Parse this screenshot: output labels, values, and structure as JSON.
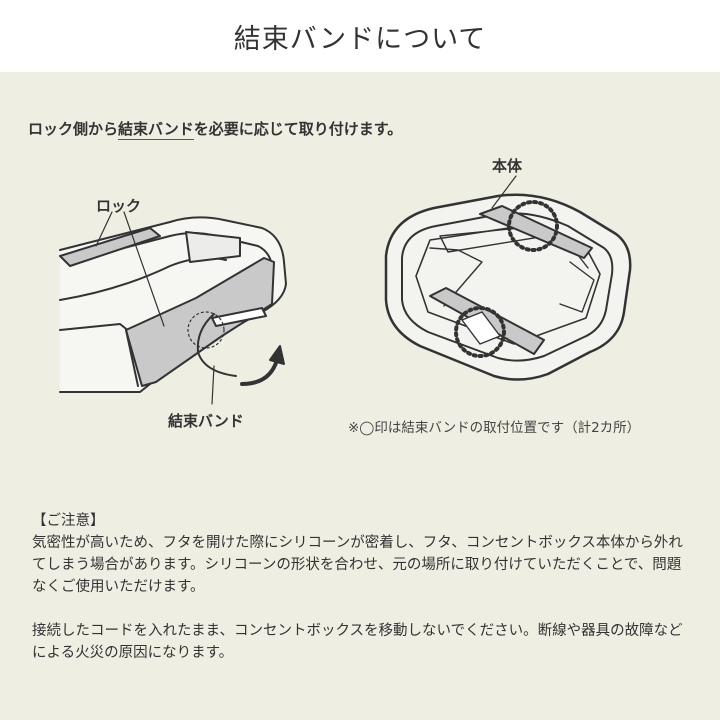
{
  "header": {
    "title": "結束バンドについて"
  },
  "intro": {
    "before": "ロック側から",
    "underlined": "結束バンド",
    "after": "を必要に応じて取り付けます。"
  },
  "labels": {
    "lock": "ロック",
    "band": "結束バンド",
    "body": "本体"
  },
  "note": "※◯印は結束バンドの取付位置です（計2カ所）",
  "caution": {
    "heading": "【ご注意】",
    "para1": "気密性が高いため、フタを開けた際にシリコーンが密着し、フタ、コンセントボックス本体から外れてしまう場合があります。シリコーンの形状を合わせ、元の場所に取り付けていただくことで、問題なくご使用いただけます。",
    "para2": "接続したコードを入れたまま、コンセントボックスを移動しないでください。断線や器具の故障などによる火災の原因になります。"
  },
  "colors": {
    "background": "#efeee3",
    "header_bg": "#ffffff",
    "line": "#333333",
    "band_gray": "#c9c9c9"
  }
}
